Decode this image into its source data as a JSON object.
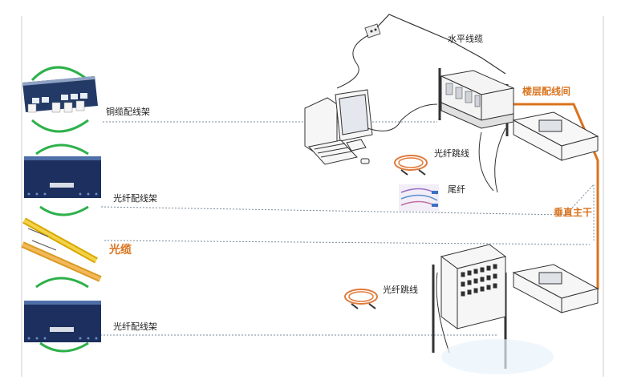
{
  "labels": {
    "horizontal_cable": "水平线缆",
    "floor_wiring_closet": "楼层配线间",
    "copper_patch_panel": "铜缆配线架",
    "fiber_patch_cord_top": "光纤跳线",
    "pigtail": "尾纤",
    "vertical_backbone": "垂直主干",
    "fiber_patch_panel_top": "光纤配线架",
    "fiber_cable": "光缆",
    "fiber_patch_cord_bottom": "光纤跳线",
    "fiber_patch_panel_bottom": "光纤配线架"
  },
  "colors": {
    "orange_accent": "#d9731e",
    "green_arc": "#2db14a",
    "panel_blue": "#1c2f5e",
    "dotted_line": "#7a8a9a"
  },
  "icons": [
    "copper-patch-panel-icon",
    "fiber-patch-panel-icon",
    "fiber-cable-icon",
    "computer-icon",
    "wall-outlet-icon",
    "rack-switch-icon",
    "fiber-patch-cord-icon",
    "pigtail-icon",
    "fiber-enclosure-icon",
    "distribution-rack-icon"
  ]
}
